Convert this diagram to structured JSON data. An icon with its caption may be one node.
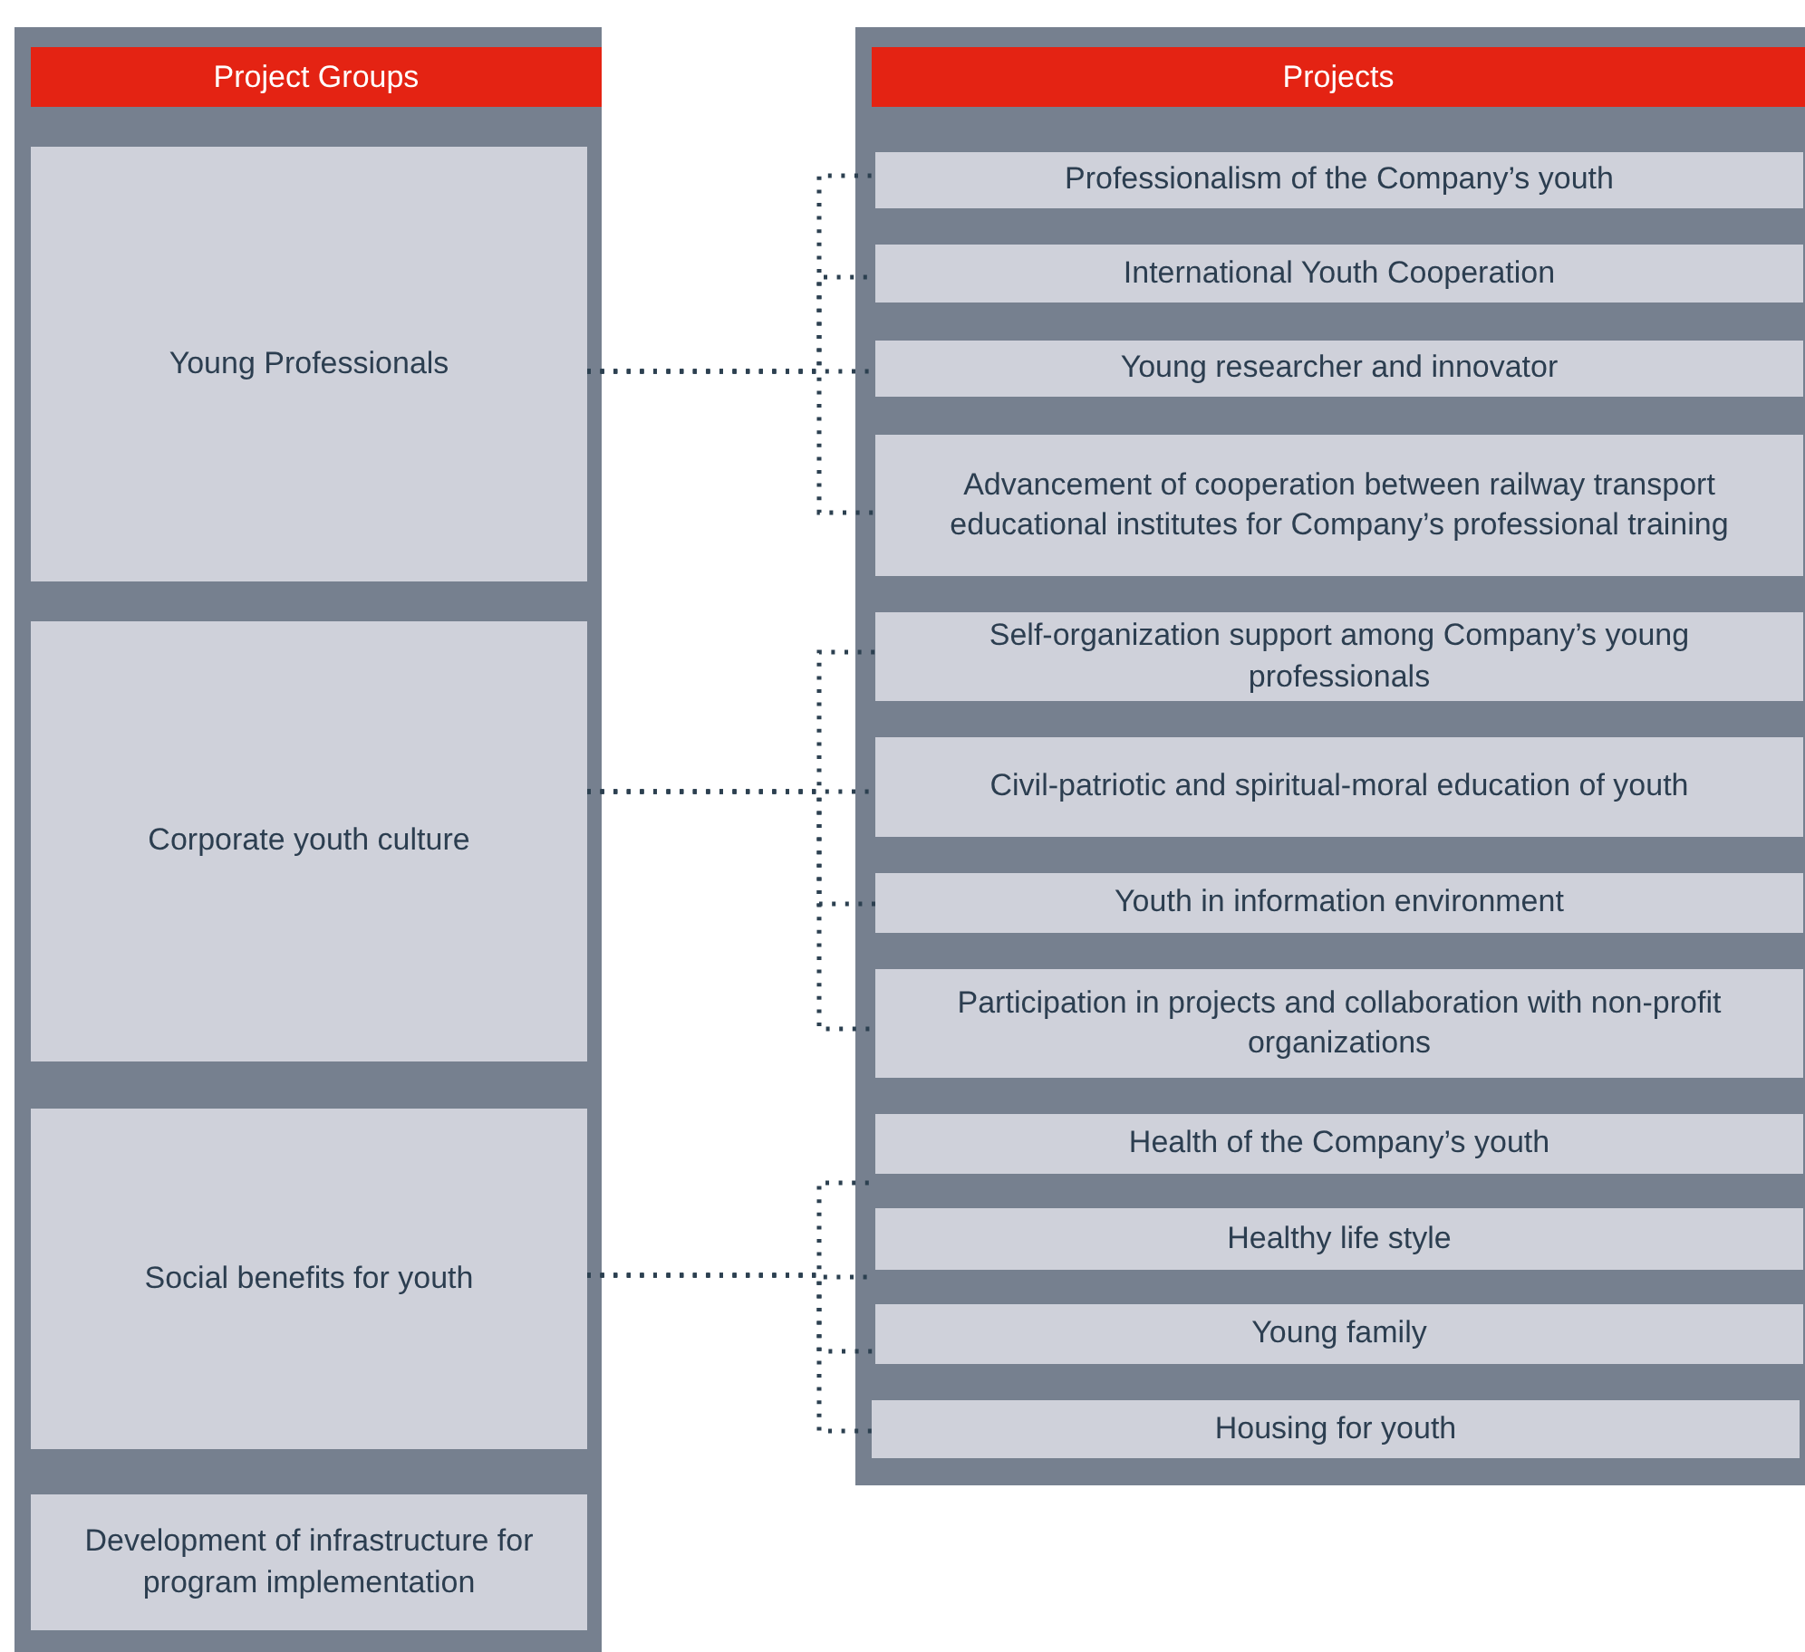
{
  "diagram": {
    "nodes": [
      {
        "text": [
          "Project Groups"
        ]
      },
      {
        "text": [
          "Young Professionals"
        ],
        "in": 0
      },
      {
        "text": [
          "Corporate youth culture"
        ],
        "in": 0
      },
      {
        "text": [
          "Social benefits for youth"
        ],
        "in": 0
      },
      {
        "text": [
          "Development of infrastructure for program implementation"
        ],
        "in": 0
      },
      {
        "text": [
          "Projects"
        ]
      },
      {
        "text": [
          "Professionalism of the Company’s youth"
        ],
        "in": 5
      },
      {
        "text": [
          "International Youth Cooperation"
        ],
        "in": 5
      },
      {
        "text": [
          "Young researcher and innovator"
        ],
        "in": 5
      },
      {
        "text": [
          "Advancement of cooperation between railway transport educational institutes for Company’s professional training"
        ],
        "in": 5
      },
      {
        "text": [
          "Self-organization support among Company’s young professionals"
        ],
        "in": 5
      },
      {
        "text": [
          "Civil-patriotic and spiritual-moral education of youth"
        ],
        "in": 5
      },
      {
        "text": [
          "Youth in information environment"
        ],
        "in": 5
      },
      {
        "text": [
          "Participation in projects and collaboration with non-profit organizations"
        ],
        "in": 5
      },
      {
        "text": [
          "Health of the Company’s youth"
        ],
        "in": 5
      },
      {
        "text": [
          "Healthy life style"
        ],
        "in": 5
      },
      {
        "text": [
          "Young family"
        ],
        "in": 5
      },
      {
        "text": [
          "Housing for youth"
        ],
        "in": 5
      }
    ],
    "edges": [
      {
        "from": 1,
        "to": 6,
        "arrow": "none"
      },
      {
        "from": 1,
        "to": 7,
        "arrow": "none"
      },
      {
        "from": 1,
        "to": 8,
        "arrow": "none"
      },
      {
        "from": 1,
        "to": 9,
        "arrow": "none"
      },
      {
        "from": 2,
        "to": 10,
        "arrow": "none"
      },
      {
        "from": 2,
        "to": 11,
        "arrow": "none"
      },
      {
        "from": 2,
        "to": 12,
        "arrow": "none"
      },
      {
        "from": 2,
        "to": 13,
        "arrow": "none"
      },
      {
        "from": 3,
        "to": 14,
        "arrow": "none"
      },
      {
        "from": 3,
        "to": 15,
        "arrow": "none"
      },
      {
        "from": 3,
        "to": 16,
        "arrow": "none"
      },
      {
        "from": 3,
        "to": 17,
        "arrow": "none"
      }
    ]
  }
}
